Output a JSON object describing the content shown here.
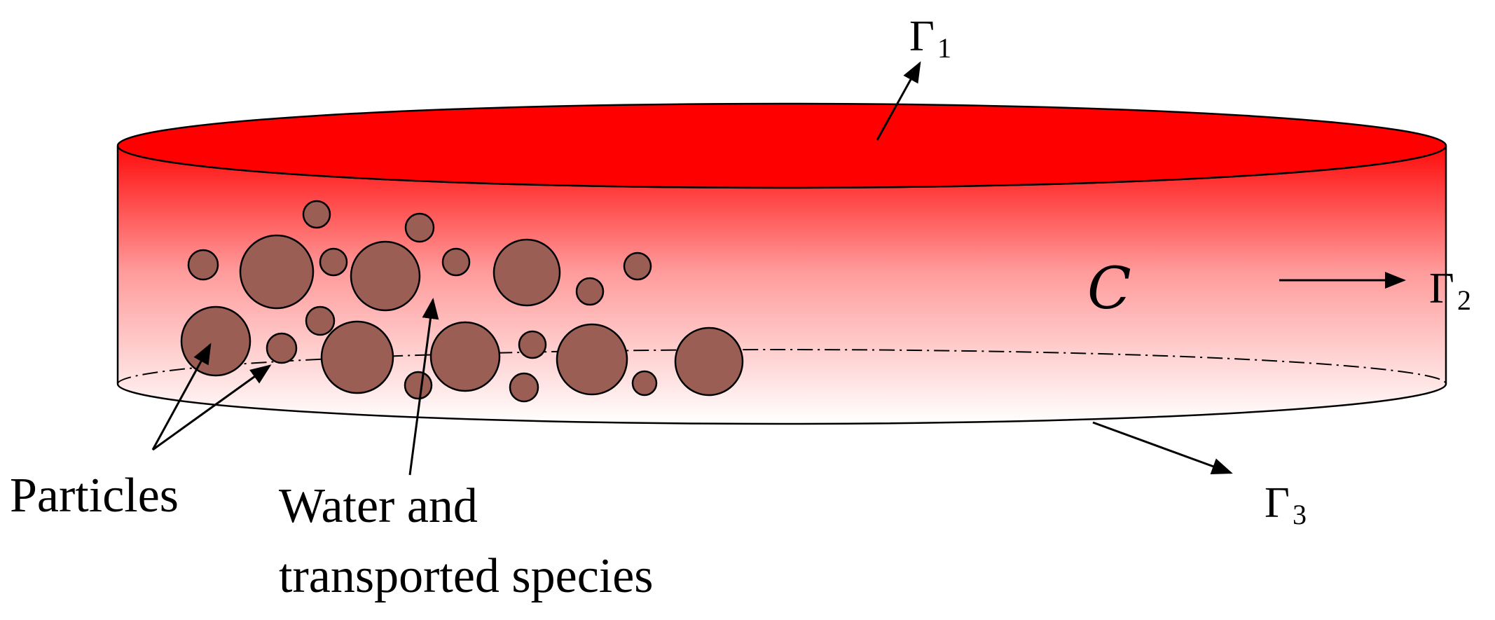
{
  "colors": {
    "top_face": "#ff0000",
    "wall_top": "#ff0a0a",
    "wall_mid": "#ff9a9a",
    "wall_bottom": "#ffffff",
    "particle_fill": "#9a5e55",
    "outline": "#000000"
  },
  "labels": {
    "particles": "Particles",
    "water_line1": "Water and",
    "water_line2": "transported species",
    "domain": "C"
  },
  "boundaries": [
    {
      "id": "gamma-1",
      "symbol": "Γ",
      "subscript": "1"
    },
    {
      "id": "gamma-2",
      "symbol": "Γ",
      "subscript": "2"
    },
    {
      "id": "gamma-3",
      "symbol": "Γ",
      "subscript": "3"
    }
  ]
}
